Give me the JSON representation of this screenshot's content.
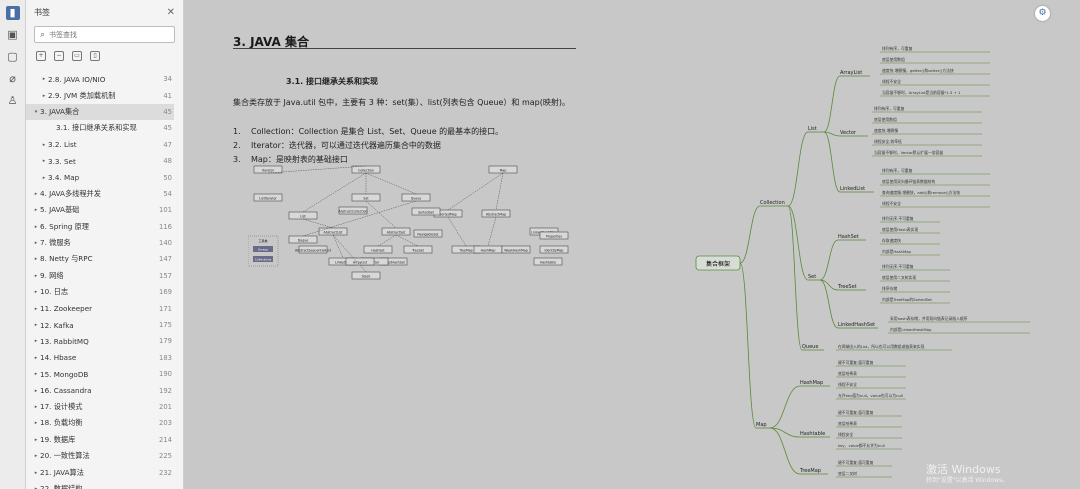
{
  "rail": {
    "icons": [
      "bookmark-icon",
      "thumbnail-icon",
      "comment-icon",
      "attachment-icon",
      "stamp-icon"
    ]
  },
  "panel": {
    "title": "书签",
    "search_placeholder": "书签查找"
  },
  "bookmarks": [
    {
      "label": "2.8. JAVA IO/NIO",
      "page": "34",
      "level": 1,
      "arrow": "▸"
    },
    {
      "label": "2.9. JVM 类加载机制",
      "page": "41",
      "level": 1,
      "arrow": "▸"
    },
    {
      "label": "3. JAVA集合",
      "page": "45",
      "level": 0,
      "arrow": "▾",
      "selected": true
    },
    {
      "label": "3.1. 接口继承关系和实现",
      "page": "45",
      "level": 2,
      "arrow": ""
    },
    {
      "label": "3.2. List",
      "page": "47",
      "level": 1,
      "arrow": "▸"
    },
    {
      "label": "3.3. Set",
      "page": "48",
      "level": 1,
      "arrow": "▸"
    },
    {
      "label": "3.4. Map",
      "page": "50",
      "level": 1,
      "arrow": "▸"
    },
    {
      "label": "4. JAVA多线程并发",
      "page": "54",
      "level": 0,
      "arrow": "▸"
    },
    {
      "label": "5. JAVA基础",
      "page": "101",
      "level": 0,
      "arrow": "▸"
    },
    {
      "label": "6. Spring 原理",
      "page": "116",
      "level": 0,
      "arrow": "▸"
    },
    {
      "label": "7.  微服务",
      "page": "140",
      "level": 0,
      "arrow": "▸"
    },
    {
      "label": "8. Netty 与RPC",
      "page": "147",
      "level": 0,
      "arrow": "▸"
    },
    {
      "label": "9. 网络",
      "page": "157",
      "level": 0,
      "arrow": "▸"
    },
    {
      "label": "10. 日志",
      "page": "169",
      "level": 0,
      "arrow": "▸"
    },
    {
      "label": "11. Zookeeper",
      "page": "171",
      "level": 0,
      "arrow": "▸"
    },
    {
      "label": "12. Kafka",
      "page": "175",
      "level": 0,
      "arrow": "▸"
    },
    {
      "label": "13. RabbitMQ",
      "page": "179",
      "level": 0,
      "arrow": "▸"
    },
    {
      "label": "14. Hbase",
      "page": "183",
      "level": 0,
      "arrow": "▸"
    },
    {
      "label": "15. MongoDB",
      "page": "190",
      "level": 0,
      "arrow": "▸"
    },
    {
      "label": "16. Cassandra",
      "page": "192",
      "level": 0,
      "arrow": "▸"
    },
    {
      "label": "17. 设计模式",
      "page": "201",
      "level": 0,
      "arrow": "▸"
    },
    {
      "label": "18. 负载均衡",
      "page": "203",
      "level": 0,
      "arrow": "▸"
    },
    {
      "label": "19. 数据库",
      "page": "214",
      "level": 0,
      "arrow": "▸"
    },
    {
      "label": "20. 一致性算法",
      "page": "225",
      "level": 0,
      "arrow": "▸"
    },
    {
      "label": "21. JAVA算法",
      "page": "232",
      "level": 0,
      "arrow": "▸"
    },
    {
      "label": "22. 数据结构",
      "page": "",
      "level": 0,
      "arrow": "▸"
    }
  ],
  "doc": {
    "heading": "3. JAVA 集合",
    "section": "3.1. 接口继承关系和实现",
    "paragraph": "集合类存放于 Java.util 包中，主要有 3 种：set(集）、list(列表包含 Queue）和 map(映射)。",
    "items": [
      {
        "num": "1.",
        "text": "Collection：Collection 是集合 List、Set、Queue 的最基本的接口。"
      },
      {
        "num": "2.",
        "text": "Iterator：迭代器，可以通过迭代器遍历集合中的数据"
      },
      {
        "num": "3.",
        "text": "Map：是映射表的基础接口"
      }
    ]
  },
  "uml": {
    "nodes": [
      "Iterator",
      "Collection",
      "Map",
      "ListIterator",
      "List",
      "Set",
      "Queue",
      "AbstractCollection",
      "SortedMap",
      "AbstractList",
      "AbstractSet",
      "SortedSet",
      "AbstractMap",
      "Deque",
      "NavigableSet",
      "TreeMap",
      "HashMap",
      "WeakHashMap",
      "IdentityMap",
      "LinkedHashMap",
      "Hashtable",
      "AbstractSequentialList",
      "HashSet",
      "TreeSet",
      "LinkedHashSet",
      "Vector",
      "Stack",
      "LinkedList",
      "ArrayList",
      "Properties"
    ],
    "legend": [
      "工具类",
      "Arrays",
      "Collections"
    ]
  },
  "mindmap": {
    "root": "集合框架",
    "collection": "Collection",
    "list": "List",
    "arraylist": "ArrayList",
    "arraylist_notes": [
      "排列有序，可重复",
      "底层使用数组",
      "速度快,增删慢，getter()和setter()方法快",
      "线程不安全",
      "当容量不够时，ArrayList是当前容量*1.5 + 1"
    ],
    "vector": "Vector",
    "vector_notes": [
      "排列有序，可重复",
      "底层使用数组",
      "速度快,增删慢",
      "线程安全,效率低",
      "当容量不够时，Vector默认扩展一倍容量"
    ],
    "linkedlist": "LinkedList",
    "linkedlist_notes": [
      "排列有序，可重复",
      "底层使用双向循环链表数据结构",
      "查询速度慢,增删快，add()和remove()方法快",
      "线程不安全"
    ],
    "set": "Set",
    "hashset": "HashSet",
    "hashset_notes": [
      "排列无序,不可重复",
      "底层使用Hash表实现",
      "存取速度快",
      "内部是HashMap"
    ],
    "treeset": "TreeSet",
    "treeset_notes": [
      "排列无序,不可重复",
      "底层使用二叉树实现",
      "排序存储",
      "内部是TreeMap的SortedSet"
    ],
    "linkedhashset": "LinkedHashSet",
    "linkedhashset_notes": [
      "采用hash表存储，并用双向链表记录插入顺序",
      "内部是LinkedHashMap"
    ],
    "queue": "Queue",
    "queue_note": "在两端出入的List，所以也可以用数组或链表来实现",
    "map": "Map",
    "hashmap": "HashMap",
    "hashmap_notes": [
      "键不可重复,值可重复",
      "底层哈希表",
      "线程不安全",
      "允许key值为null，value也可以为null"
    ],
    "hashtable": "Hashtable",
    "hashtable_notes": [
      "键不可重复,值可重复",
      "底层哈希表",
      "线程安全",
      "key、value都不允许为null"
    ],
    "treemap": "TreeMap",
    "treemap_notes": [
      "键不可重复,值可重复",
      "底层二叉树"
    ]
  },
  "watermark": {
    "line1": "激活 Windows",
    "line2": "转到\"设置\"以激活 Windows。"
  }
}
